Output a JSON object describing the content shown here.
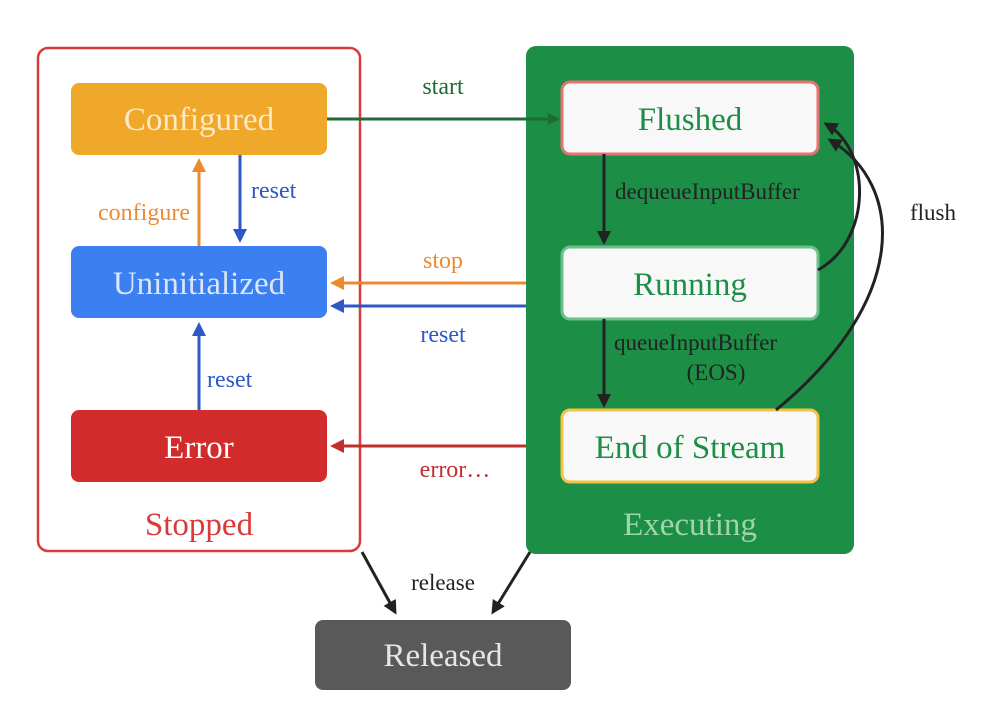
{
  "groups": {
    "stopped": {
      "label": "Stopped",
      "color": "#d93a3a"
    },
    "executing": {
      "label": "Executing",
      "color": "#1d8e45"
    }
  },
  "states": {
    "configured": {
      "label": "Configured",
      "fill": "#f0a82a",
      "text_color": "#fce9c9"
    },
    "uninitialized": {
      "label": "Uninitialized",
      "fill": "#3c7ff0",
      "text_color": "#d9e6fc"
    },
    "error": {
      "label": "Error",
      "fill": "#d22b2b",
      "text_color": "#ffffff"
    },
    "flushed": {
      "label": "Flushed",
      "fill": "#f8f8f8",
      "border": "#e57373",
      "text_color": "#1d8e45"
    },
    "running": {
      "label": "Running",
      "fill": "#f8f8f8",
      "border": "#6cc08a",
      "text_color": "#1d8e45"
    },
    "end_of_stream": {
      "label": "End of Stream",
      "fill": "#f8f8f8",
      "border": "#f3c346",
      "text_color": "#1d8e45"
    },
    "released": {
      "label": "Released",
      "fill": "#595959",
      "text_color": "#e6e6e6"
    }
  },
  "transitions": {
    "start": {
      "label": "start",
      "color": "#1d6b35"
    },
    "reset_configured": {
      "label": "reset",
      "color": "#2f57c6"
    },
    "configure": {
      "label": "configure",
      "color": "#ee8a2e"
    },
    "stop": {
      "label": "stop",
      "color": "#ee8a2e"
    },
    "reset_executing": {
      "label": "reset",
      "color": "#2f57c6"
    },
    "reset_error": {
      "label": "reset",
      "color": "#2f57c6"
    },
    "error": {
      "label": "error…",
      "color": "#c0302e"
    },
    "dequeue": {
      "label": "dequeueInputBuffer",
      "color": "#222222"
    },
    "queue_eos_line1": {
      "label": "queueInputBuffer",
      "color": "#222222"
    },
    "queue_eos_line2": {
      "label": "(EOS)",
      "color": "#222222"
    },
    "flush": {
      "label": "flush",
      "color": "#222222"
    },
    "release": {
      "label": "release",
      "color": "#222222"
    }
  }
}
